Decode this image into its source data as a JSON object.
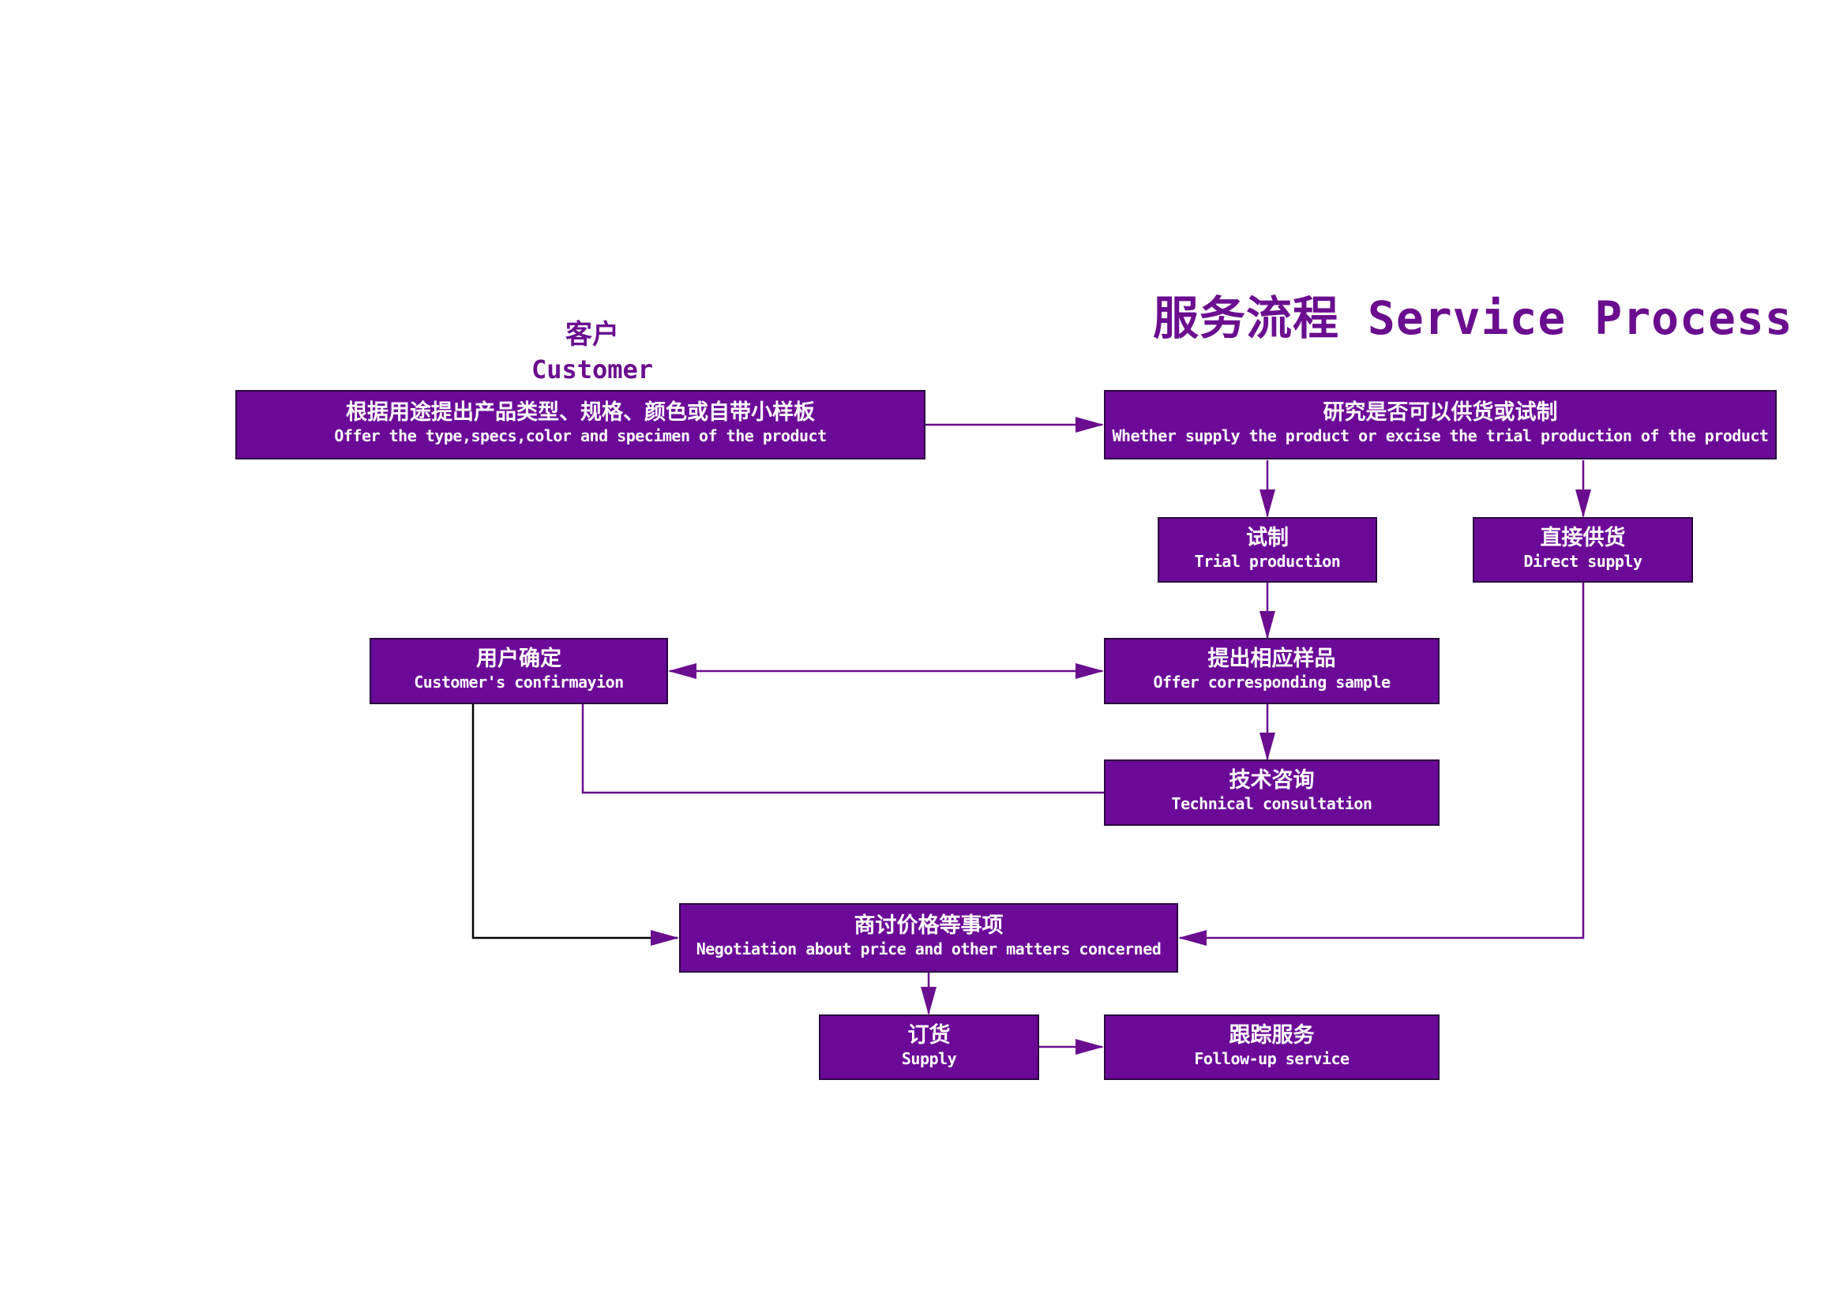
{
  "title": "服务流程 Service Process",
  "customer": {
    "zh": "客户",
    "en": "Customer"
  },
  "colors": {
    "box": "#6c0a98",
    "border": "#2a0640",
    "line": "#6a0d8f",
    "black_line": "#000000"
  },
  "nodes": {
    "offer": {
      "zh": "根据用途提出产品类型、规格、颜色或自带小样板",
      "en": "Offer the type,specs,color and specimen of the product"
    },
    "research": {
      "zh": "研究是否可以供货或试制",
      "en": "Whether supply the product or excise the trial production of the product"
    },
    "trial": {
      "zh": "试制",
      "en": "Trial production"
    },
    "direct": {
      "zh": "直接供货",
      "en": "Direct supply"
    },
    "confirm": {
      "zh": "用户确定",
      "en": "Customer's confirmayion"
    },
    "sample": {
      "zh": "提出相应样品",
      "en": "Offer corresponding sample"
    },
    "consult": {
      "zh": "技术咨询",
      "en": "Technical consultation"
    },
    "negotiate": {
      "zh": "商讨价格等事项",
      "en": "Negotiation about price and other matters concerned"
    },
    "supply": {
      "zh": "订货",
      "en": "Supply"
    },
    "follow": {
      "zh": "跟踪服务",
      "en": "Follow-up service"
    }
  }
}
